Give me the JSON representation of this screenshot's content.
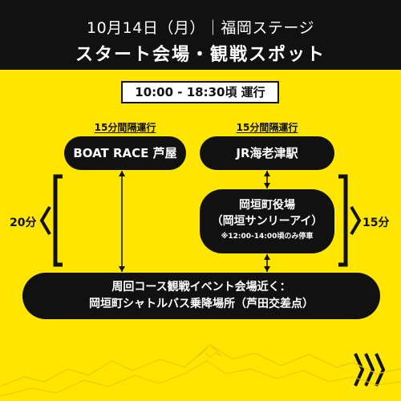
{
  "header": {
    "date_line": "10月14日（月）｜福岡ステージ",
    "title": "スタート会場・観戦スポット"
  },
  "time_range": "10:00 - 18:30頃 運行",
  "intervals": {
    "left": "15分間隔運行",
    "right": "15分間隔運行"
  },
  "stops": {
    "boat_race": "BOAT RACE 芦屋",
    "jr_station": "JR海老津駅",
    "town_hall_line1": "岡垣町役場",
    "town_hall_line2": "（岡垣サンリーアイ）",
    "town_hall_note": "※12:00-14:00頃のみ停車",
    "shuttle_line1": "周回コース観戦イベント会場近く：",
    "shuttle_line2": "岡垣町シャトルバス乗降場所（芦田交差点）"
  },
  "durations": {
    "left": "20分",
    "right": "15分"
  },
  "colors": {
    "background": "#FFE600",
    "dark": "#111111",
    "white": "#FFFFFF"
  }
}
